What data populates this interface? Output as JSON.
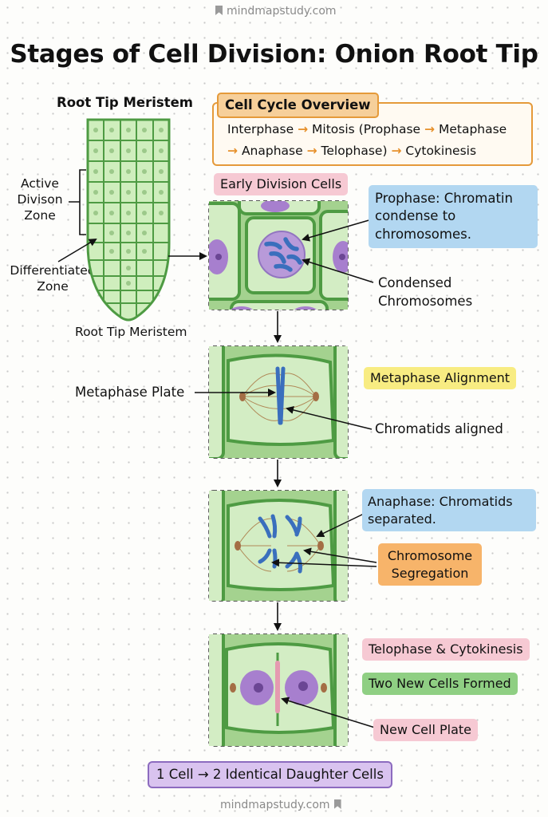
{
  "watermark_top": "mindmapstudy.com",
  "watermark_bottom": "mindmapstudy.com",
  "title": "Stages of Cell Division: Onion Root Tip",
  "root": {
    "top_label": "Root Tip Meristem",
    "bottom_label": "Root Tip Meristem",
    "active_zone": [
      "Active",
      "Divison",
      "Zone"
    ],
    "differentiated_zone": [
      "Differentiated",
      "Zone"
    ]
  },
  "overview": {
    "title": "Cell Cycle Overview",
    "line1": [
      "Interphase",
      "Mitosis (Prophase",
      "Metaphase"
    ],
    "line2": [
      "Anaphase",
      "Telophase)",
      "Cytokinesis"
    ]
  },
  "early_label": "Early Division Cells",
  "prophase": {
    "box": "Prophase: Chromatin condense to chromosomes.",
    "condensed": [
      "Condensed",
      "Chromosomes"
    ]
  },
  "metaphase": {
    "box": "Metaphase Alignment",
    "plate": "Metaphase Plate",
    "aligned": "Chromatids aligned"
  },
  "anaphase": {
    "box": "Anaphase: Chromatids separated.",
    "segregation": "Chromosome Segregation"
  },
  "telophase": {
    "box": "Telophase & Cytokinesis",
    "new_cells": "Two New Cells Formed",
    "cell_plate": "New Cell Plate"
  },
  "summary": "1 Cell → 2 Identical Daughter Cells",
  "colors": {
    "cell_fill": "#d3edc4",
    "cell_wall": "#4e9b43",
    "nucleus": "#a77fce",
    "chromosome": "#3a6fbd",
    "orange_accent": "#e59a3a"
  }
}
